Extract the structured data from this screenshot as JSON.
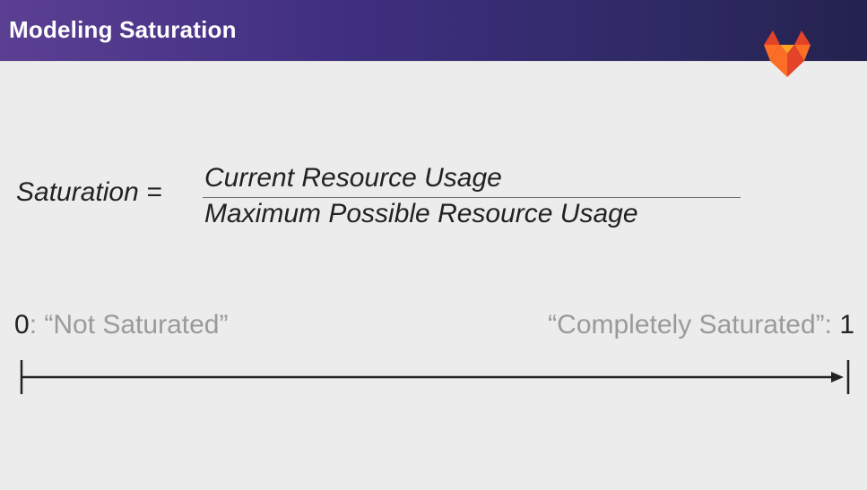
{
  "header": {
    "title": "Modeling Saturation",
    "logo": "fox-logo"
  },
  "formula": {
    "lhs": "Saturation =",
    "numerator": "Current Resource Usage",
    "denominator": "Maximum Possible Resource Usage"
  },
  "scale": {
    "min_value": "0",
    "min_label": ": “Not Saturated”",
    "max_label": "“Completely Saturated”: ",
    "max_value": "1"
  },
  "colors": {
    "header_start": "#5b3f93",
    "header_end": "#24224e",
    "logo_orange": "#fc6d26",
    "logo_dark": "#e24329",
    "logo_light": "#fca326"
  }
}
